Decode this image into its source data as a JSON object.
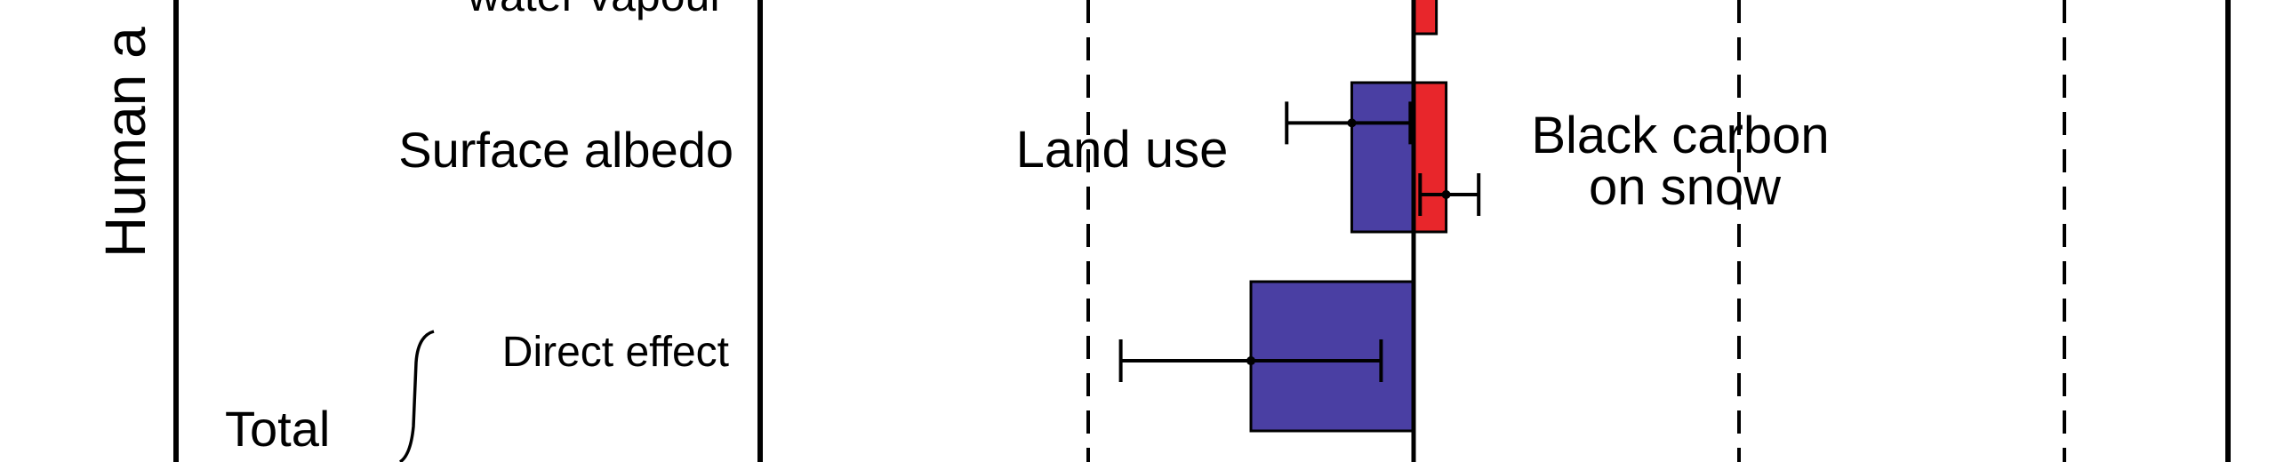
{
  "chart_data": {
    "type": "bar",
    "orientation": "horizontal",
    "group_label": "Human a",
    "row_labels": {
      "water_vapour": "water vapour",
      "surface_albedo": "Surface albedo",
      "total": "Total",
      "direct_effect": "Direct effect"
    },
    "annotations": {
      "land_use": "Land use",
      "black_carbon_line1": "Black carbon",
      "black_carbon_line2": "on snow"
    },
    "x_reference_lines": [
      -1.0,
      1.0,
      2.0
    ],
    "xlim": [
      -2.0,
      2.5
    ],
    "bars": [
      {
        "row": "water vapour",
        "label": "",
        "value": 0.07,
        "color": "#e8262b",
        "error": null
      },
      {
        "row": "Surface albedo",
        "label": "Land use",
        "value": -0.19,
        "color": "#4a3fa3",
        "error": [
          -0.39,
          -0.01
        ]
      },
      {
        "row": "Surface albedo",
        "label": "Black carbon on snow",
        "value": 0.1,
        "color": "#e8262b",
        "error": [
          0.02,
          0.2
        ]
      },
      {
        "row": "Direct effect",
        "label": "",
        "value": -0.5,
        "color": "#4a3fa3",
        "error": [
          -0.9,
          -0.1
        ]
      }
    ],
    "colors": {
      "negative": "#4a3fa3",
      "positive": "#e8262b"
    }
  }
}
